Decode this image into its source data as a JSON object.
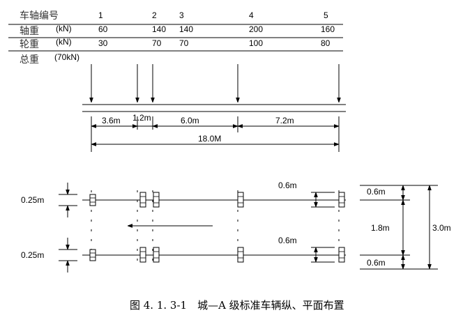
{
  "table": {
    "rows": [
      {
        "label": "车轴编号",
        "unit": "",
        "cells": [
          "1",
          "2",
          "3",
          "4",
          "5"
        ]
      },
      {
        "label": "轴重",
        "unit": "(kN)",
        "cells": [
          "60",
          "140",
          "140",
          "200",
          "160"
        ]
      },
      {
        "label": "轮重",
        "unit": "(kN)",
        "cells": [
          "30",
          "70",
          "70",
          "100",
          "80"
        ]
      },
      {
        "label": "总重",
        "unit": "(70kN)",
        "cells": []
      }
    ]
  },
  "elevation": {
    "spacings": [
      "3.6m",
      "1.2m",
      "6.0m",
      "7.2m"
    ],
    "total_length": "18.0M"
  },
  "plan": {
    "wheel_width": "0.25m",
    "wheel_track_label": "0.6m",
    "side_top": "0.6m",
    "middle": "1.8m",
    "side_bottom": "0.6m",
    "overall_width": "3.0m"
  },
  "caption": "图 4. 1. 3-1　城—A 级标准车辆纵、平面布置"
}
